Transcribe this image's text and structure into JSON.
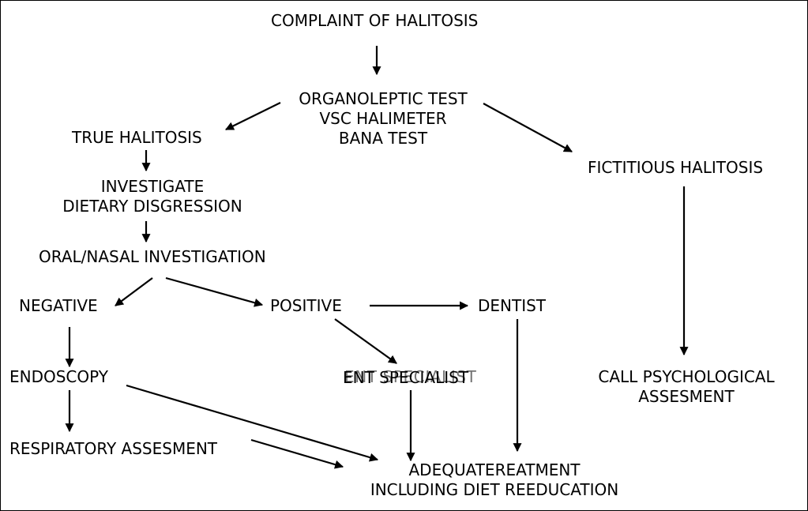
{
  "nodes": {
    "complaint": "COMPLAINT OF HALITOSIS",
    "tests": [
      "ORGANOLEPTIC TEST",
      "VSC HALIMETER",
      "BANA TEST"
    ],
    "true_halitosis": "TRUE HALITOSIS",
    "investigate": [
      "INVESTIGATE",
      "DIETARY DISGRESSION"
    ],
    "oral_nasal": "ORAL/NASAL INVESTIGATION",
    "negative": "NEGATIVE",
    "positive": "POSITIVE",
    "dentist": "DENTIST",
    "endoscopy": "ENDOSCOPY",
    "ent_specialist": "ENT SPECIALIST",
    "respiratory": "RESPIRATORY ASSESMENT",
    "treatment": [
      "ADEQUATEREATMENT",
      "INCLUDING DIET REEDUCATION"
    ],
    "fictitious": "FICTITIOUS HALITOSIS",
    "psychological": [
      "CALL PSYCHOLOGICAL",
      "ASSESMENT"
    ]
  },
  "colors": {
    "line": "#000000",
    "text": "#000000",
    "background": "#ffffff"
  }
}
